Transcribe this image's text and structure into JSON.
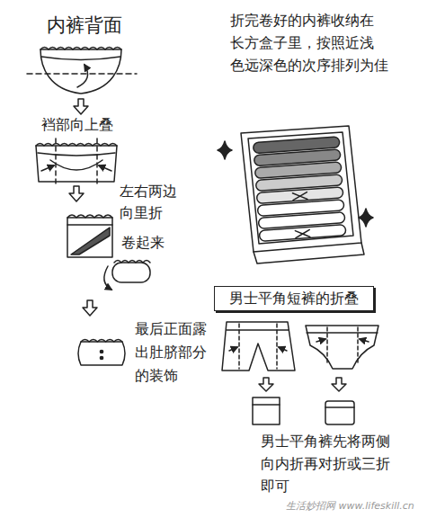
{
  "diagram": {
    "nodes": [
      {
        "text": [
          "男士平角短裤的折叠"
        ]
      }
    ],
    "labels": [
      "内裤背面",
      "折完卷好的内裤收纳在 长方盒子里，按照近浅 色远深色的次序排列为佳",
      "裆部向上叠",
      "左右两边 向里折",
      "卷起来",
      "最后正面露 出肚脐部分 的装饰",
      "男士平角裤先将两侧 向内折再对折或三折 即可",
      "生活妙招网 www.lifeskill.cn"
    ]
  }
}
